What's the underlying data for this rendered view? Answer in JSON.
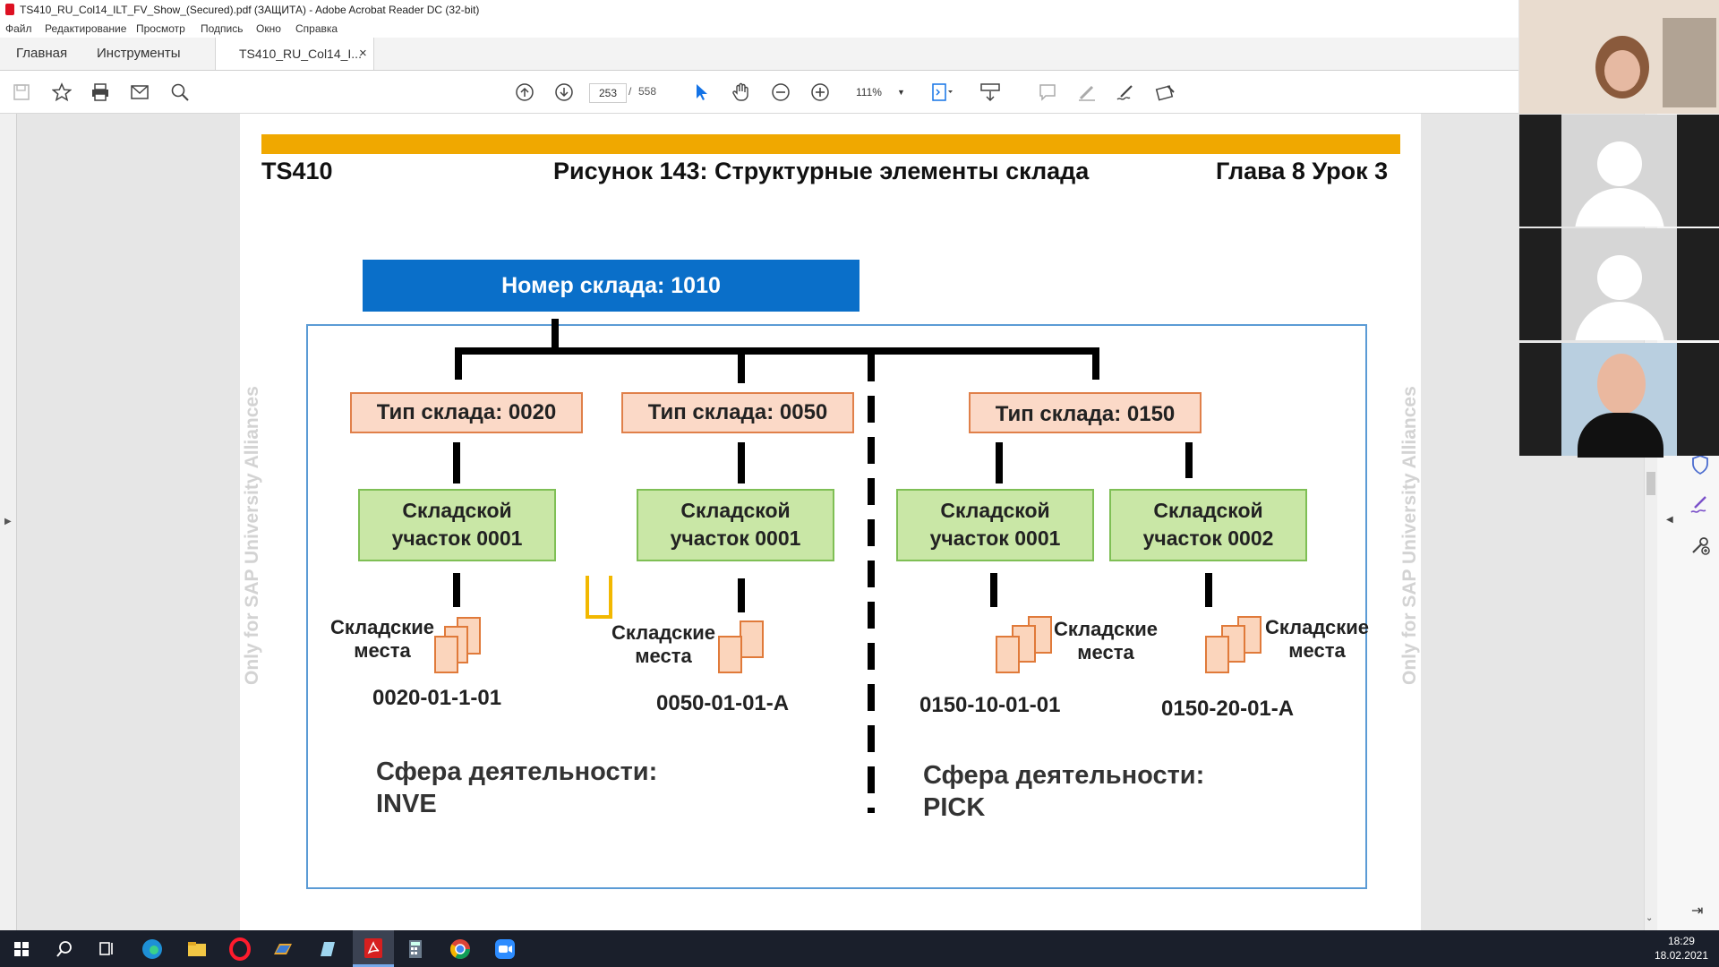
{
  "window": {
    "title": "TS410_RU_Col14_ILT_FV_Show_(Secured).pdf (ЗАЩИТА) - Adobe Acrobat Reader DC (32-bit)"
  },
  "menu": [
    "Файл",
    "Редактирование",
    "Просмотр",
    "Подпись",
    "Окно",
    "Справка"
  ],
  "tabs": {
    "home": "Главная",
    "tools": "Инструменты",
    "doc": "TS410_RU_Col14_I...",
    "close": "×"
  },
  "toolbar": {
    "page_current": "253",
    "page_sep": "/",
    "page_total": "558",
    "zoom": "111%"
  },
  "slide": {
    "course": "TS410",
    "figure_title": "Рисунок 143: Структурные элементы склада",
    "chapter": "Глава 8 Урок 3",
    "watermark": "Only for SAP University Alliances",
    "warehouse": "Номер склада: 1010",
    "types": [
      "Тип склада: 0020",
      "Тип склада: 0050",
      "Тип склада: 0150"
    ],
    "areas": [
      {
        "line1": "Складской",
        "line2": "участок 0001"
      },
      {
        "line1": "Складской",
        "line2": "участок 0001"
      },
      {
        "line1": "Складской",
        "line2": "участок 0001"
      },
      {
        "line1": "Складской",
        "line2": "участок 0002"
      }
    ],
    "bins_label": {
      "line1": "Складские",
      "line2": "места"
    },
    "bins": [
      "0020-01-1-01",
      "0050-01-01-A",
      "0150-10-01-01",
      "0150-20-01-A"
    ],
    "sphere_left": {
      "line1": "Сфера деятельности:",
      "line2": "INVE"
    },
    "sphere_right": {
      "line1": "Сфера деятельности:",
      "line2": "PICK"
    }
  },
  "clock": {
    "time": "18:29",
    "date": "18.02.2021"
  }
}
